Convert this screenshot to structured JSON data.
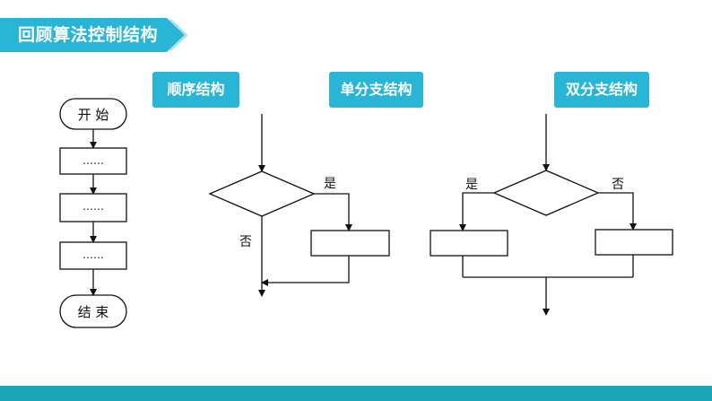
{
  "title": "回顾算法控制结构",
  "colors": {
    "accent": "#29b6d6",
    "footer": "#1aa6b7",
    "line": "#111111"
  },
  "labels": {
    "sequence": "顺序结构",
    "single_branch": "单分支结构",
    "double_branch": "双分支结构"
  },
  "sequence_flow": {
    "start": "开  始",
    "steps": [
      "……",
      "……",
      "……"
    ],
    "end": "结  束"
  },
  "single_branch": {
    "yes": "是",
    "no": "否"
  },
  "double_branch": {
    "yes": "是",
    "no": "否"
  }
}
